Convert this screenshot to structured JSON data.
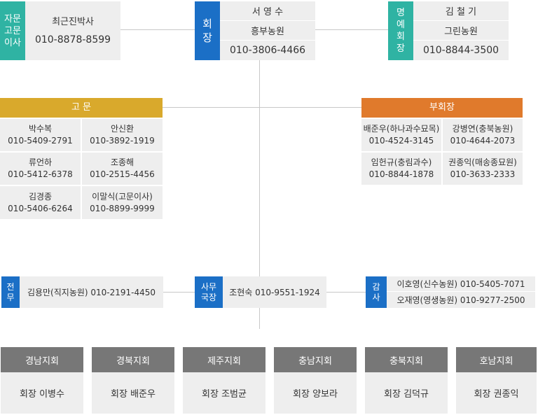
{
  "top_left": {
    "tag": [
      "자문",
      "고문",
      "이사"
    ],
    "name": "최근진박사",
    "phone": "010-8878-8599"
  },
  "president": {
    "tag": [
      "회",
      "장"
    ],
    "name": "서 영 수",
    "org": "흥부농원",
    "phone": "010-3806-4466"
  },
  "honorary": {
    "tag": [
      "명",
      "예",
      "회",
      "장"
    ],
    "name": "김 철 기",
    "org": "그린농원",
    "phone": "010-8844-3500"
  },
  "advisors": {
    "title": "고 문",
    "members": [
      {
        "name": "박수복",
        "phone": "010-5409-2791"
      },
      {
        "name": "안신환",
        "phone": "010-3892-1919"
      },
      {
        "name": "류언하",
        "phone": "010-5412-6378"
      },
      {
        "name": "조종해",
        "phone": "010-2515-4456"
      },
      {
        "name": "김경종",
        "phone": "010-5406-6264"
      },
      {
        "name": "이말식(고문이사)",
        "phone": "010-8899-9999"
      }
    ]
  },
  "vice_presidents": {
    "title": "부회장",
    "members": [
      {
        "name": "배준우(하나과수묘목)",
        "phone": "010-4524-3145"
      },
      {
        "name": "강병연(충북농원)",
        "phone": "010-4644-2073"
      },
      {
        "name": "임헌규(충림과수)",
        "phone": "010-8844-1878"
      },
      {
        "name": "권종익(매송종묘원)",
        "phone": "010-3633-2333"
      }
    ]
  },
  "executive": {
    "tag": [
      "전",
      "무"
    ],
    "text": "김용만(직지농원) 010-2191-4450"
  },
  "secretary": {
    "tag": [
      "사무",
      "국장"
    ],
    "text": "조현숙 010-9551-1924"
  },
  "auditor": {
    "tag": [
      "감",
      "사"
    ],
    "rows": [
      "이호영(신수농원)  010-5405-7071",
      "오재영(영생농원) 010-9277-2500"
    ]
  },
  "branches": [
    {
      "name": "경남지회",
      "head": "회장 이병수"
    },
    {
      "name": "경북지회",
      "head": "회장 배준우"
    },
    {
      "name": "제주지회",
      "head": "회장 조범균"
    },
    {
      "name": "충남지회",
      "head": "회장 양보라"
    },
    {
      "name": "충북지회",
      "head": "회장 김덕규"
    },
    {
      "name": "호남지회",
      "head": "회장 권종익"
    }
  ],
  "colors": {
    "blue": "#1b6fc6",
    "teal": "#2fb3a3",
    "gold": "#d9a92c",
    "orange": "#e07a2c",
    "branch_header": "#777777"
  }
}
